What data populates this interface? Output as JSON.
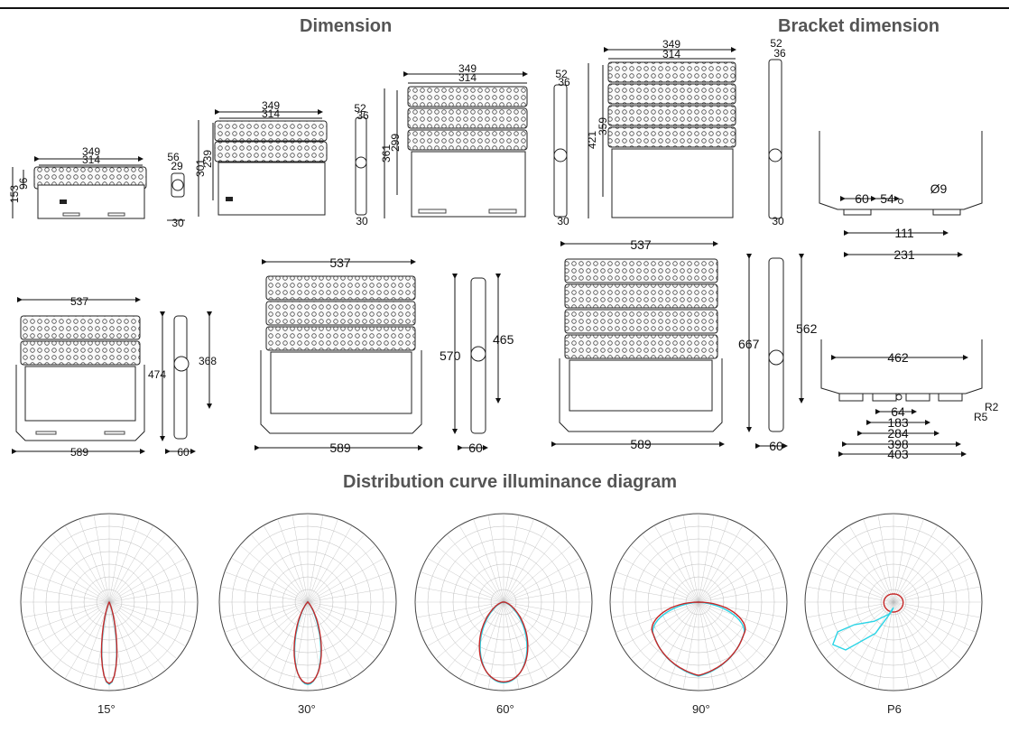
{
  "headings": {
    "dimension": "Dimension",
    "bracket": "Bracket dimension",
    "distribution": "Distribution curve illuminance diagram"
  },
  "fixtures_small": [
    {
      "w_outer": "349",
      "w_inner": "314",
      "h_outer": "153",
      "h_inner": "96",
      "side_a": "56",
      "side_b": "29",
      "side_c": "30"
    },
    {
      "w_outer": "349",
      "w_inner": "314",
      "h_outer": "301",
      "h_inner": "239",
      "side_a": "52",
      "side_b": "36",
      "side_c": "30"
    },
    {
      "w_outer": "349",
      "w_inner": "314",
      "h_outer": "361",
      "h_inner": "299",
      "side_a": "52",
      "side_b": "36",
      "side_c": "30"
    },
    {
      "w_outer": "349",
      "w_inner": "314",
      "h_outer": "421",
      "h_inner": "359",
      "side_a": "52",
      "side_b": "36",
      "side_c": "30"
    }
  ],
  "fixtures_large": [
    {
      "w_top": "537",
      "w_bottom": "589",
      "h_outer": "474",
      "h_inner": "368",
      "depth": "60"
    },
    {
      "w_top": "537",
      "w_bottom": "589",
      "h_outer": "570",
      "h_inner": "465",
      "depth": "60"
    },
    {
      "w_top": "537",
      "w_bottom": "589",
      "h_outer": "667",
      "h_inner": "562",
      "depth": "60"
    }
  ],
  "bracket_top": {
    "a": "60",
    "b": "54",
    "hole": "Ø9",
    "c": "111",
    "d": "231"
  },
  "bracket_bottom": {
    "a": "462",
    "b": "64",
    "c": "183",
    "d": "284",
    "e": "398",
    "f": "403",
    "r1": "R2",
    "r2": "R5"
  },
  "polar": [
    {
      "label": "15°",
      "type": "narrow"
    },
    {
      "label": "30°",
      "type": "medium"
    },
    {
      "label": "60°",
      "type": "wide"
    },
    {
      "label": "90°",
      "type": "vwide"
    },
    {
      "label": "P6",
      "type": "asym"
    }
  ],
  "colors": {
    "curve_c0": "#c62828",
    "curve_c90": "#2ad4e6",
    "line": "#222222",
    "grid": "#bbbbbb"
  }
}
